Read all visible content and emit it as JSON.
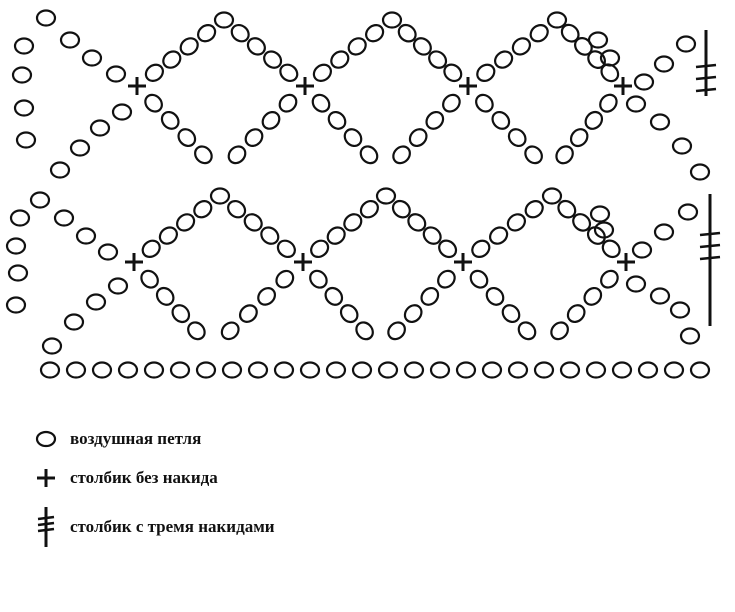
{
  "colors": {
    "ink": "#111111",
    "background": "#ffffff"
  },
  "diagram": {
    "symbols": {
      "chain": "chain-stitch-oval",
      "single_crochet": "single-crochet-cross",
      "treble_crochet": "treble-crochet-post"
    }
  },
  "legend": [
    {
      "symbol": "chain",
      "label": "воздушная петля"
    },
    {
      "symbol": "single_crochet",
      "label": "столбик без накида"
    },
    {
      "symbol": "treble_crochet",
      "label": "столбик с тремя накидами"
    }
  ]
}
